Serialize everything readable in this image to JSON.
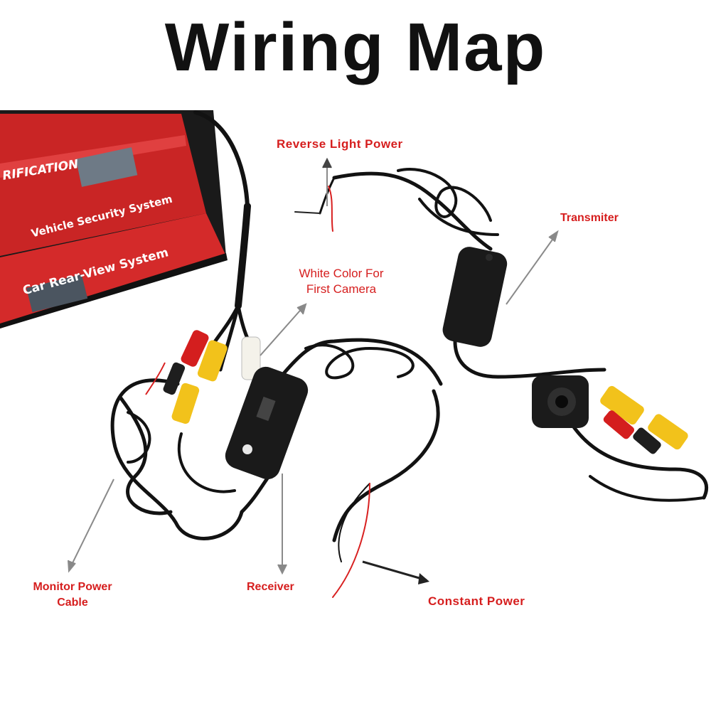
{
  "title": "Wiring Map",
  "box": {
    "brand_partial": "RIFICATION",
    "product_small": "Vehicle Security System",
    "product_large": "Car Rear-View System"
  },
  "labels": {
    "reverse_light_power": "Reverse Light Power",
    "transmitter": "Transmiter",
    "white_color_line1": "White Color For",
    "white_color_line2": "First Camera",
    "monitor_power_line1": "Monitor Power",
    "monitor_power_line2": "Cable",
    "receiver": "Receiver",
    "constant_power": "Constant Power"
  },
  "colors": {
    "label_red": "#d61e1e",
    "label_black": "#e00000",
    "box_red": "#d42a2a",
    "cable": "#121212",
    "rca_yellow": "#f2c21b",
    "rca_red": "#d41e1e",
    "rca_white": "#f4f2ea"
  }
}
